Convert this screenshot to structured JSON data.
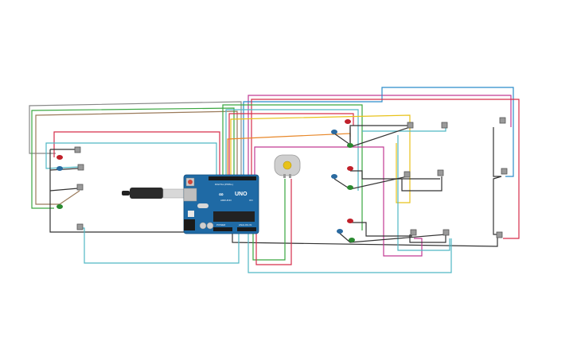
{
  "board": {
    "logo_text": "UNO",
    "brand_text": "ARDUINO",
    "header_digital": "DIGITAL (PWM~)",
    "header_analog": "ANALOG IN",
    "header_power": "POWER",
    "on_label": "ON"
  },
  "colors": {
    "board": "#1f6aa5",
    "wire_red": "#d62d4b",
    "wire_green": "#3aa640",
    "wire_black": "#333333",
    "wire_teal": "#4fb8c4",
    "wire_yellow": "#e8c21a",
    "wire_magenta": "#c23a94",
    "wire_blue": "#2a8cc9",
    "wire_orange": "#e8882a",
    "wire_brown": "#9a7a5a",
    "wire_gray": "#888888",
    "motor": "#cfcfcf"
  },
  "components": {
    "leds": [
      "red",
      "blue",
      "green",
      "red",
      "blue",
      "green",
      "red",
      "blue",
      "green",
      "red",
      "blue",
      "green"
    ],
    "pushbuttons": 13,
    "dc_motor": 1,
    "usb_cable": 1
  }
}
